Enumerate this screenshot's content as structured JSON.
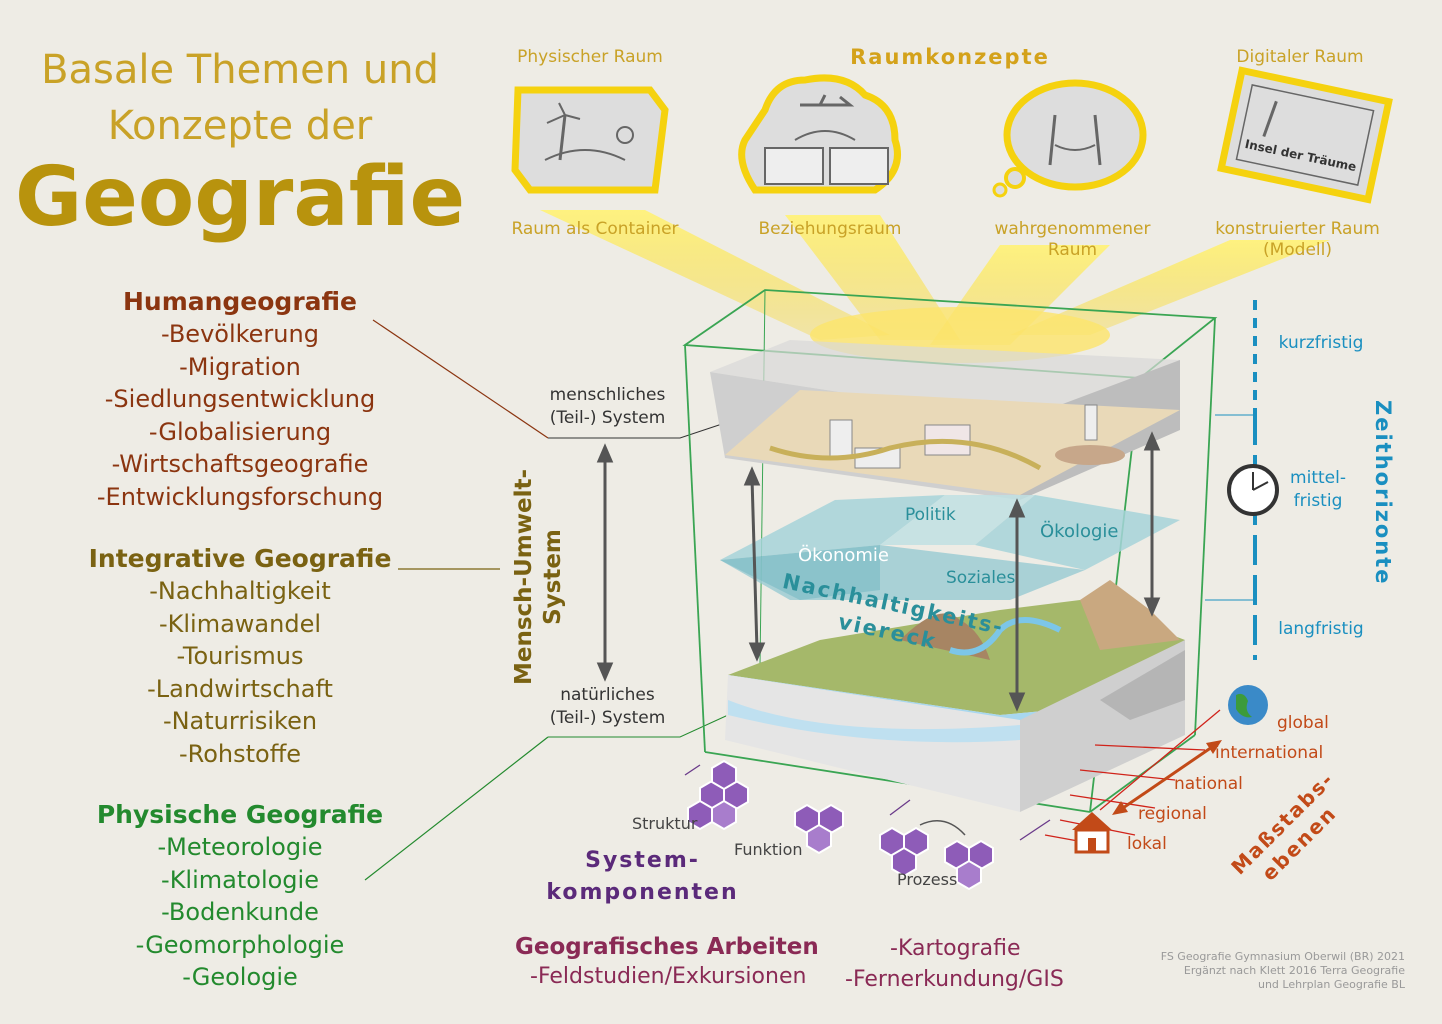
{
  "title": {
    "line1": "Basale Themen und",
    "line2": "Konzepte der",
    "main": "Geografie"
  },
  "groups": [
    {
      "heading": "Humangeografie",
      "items": [
        "-Bevölkerung",
        "-Migration",
        "-Siedlungsentwicklung",
        "-Globalisierung",
        "-Wirtschaftsgeografie",
        "-Entwicklungsforschung"
      ]
    },
    {
      "heading": "Integrative Geografie",
      "items": [
        "-Nachhaltigkeit",
        "-Klimawandel",
        "-Tourismus",
        "-Landwirtschaft",
        "-Naturrisiken",
        "-Rohstoffe"
      ]
    },
    {
      "heading": "Physische Geografie",
      "items": [
        "-Meteorologie",
        "-Klimatologie",
        "-Bodenkunde",
        "-Geomorphologie",
        "-Geologie"
      ]
    }
  ],
  "raumkonzepte": {
    "title": "Raumkonzepte",
    "top_labels": [
      "Physischer Raum",
      "Digitaler Raum"
    ],
    "labels": [
      "Raum als Container",
      "Beziehungsraum",
      "wahrgenommener Raum",
      "konstruierter Raum (Modell)"
    ],
    "stamp_text": "Insel der Träume"
  },
  "system": {
    "vertical": "Mensch-Umwelt-System",
    "human": "menschliches (Teil-) System",
    "natural": "natürliches (Teil-) System"
  },
  "viereck": {
    "politik": "Politik",
    "oekologie": "Ökologie",
    "oekonomie": "Ökonomie",
    "soziales": "Soziales",
    "title": "Nachhaltigkeits-viereck"
  },
  "zeit": {
    "title": "Zeithorizonte",
    "short": "kurzfristig",
    "mid": "mittel-fristig",
    "long": "langfristig"
  },
  "massstab": {
    "title": "Maßstabs-ebenen",
    "levels": [
      "global",
      "international",
      "national",
      "regional",
      "lokal"
    ]
  },
  "komponenten": {
    "title": "System-komponenten",
    "struktur": "Struktur",
    "funktion": "Funktion",
    "prozess": "Prozess"
  },
  "arbeiten": {
    "title": "Geografisches Arbeiten",
    "items": [
      "-Feldstudien/Exkursionen",
      "-Kartografie",
      "-Fernerkundung/GIS"
    ]
  },
  "credit": [
    "FS Geografie Gymnasium Oberwil (BR) 2021",
    "Ergänzt nach Klett 2016 Terra Geografie",
    "und Lehrplan Geografie BL"
  ],
  "colors": {
    "gold": "#c9a227",
    "human": "#8b3510",
    "integrative": "#7a6212",
    "physical": "#238a2e",
    "time": "#1a8fc0",
    "scale": "#c24a18",
    "components": "#5b2a7a",
    "work": "#8a2a55"
  }
}
